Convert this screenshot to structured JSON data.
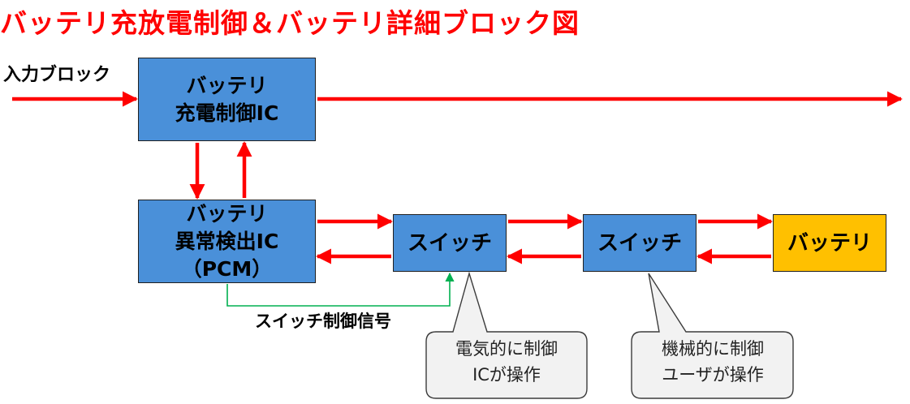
{
  "title": "バッテリ充放電制御＆バッテリ詳細ブロック図",
  "input_label": "入力ブロック",
  "signal_label": "スイッチ制御信号",
  "blocks": {
    "charge_ic": {
      "line1": "バッテリ",
      "line2": "充電制御IC"
    },
    "pcm": {
      "line1": "バッテリ",
      "line2": "異常検出IC",
      "line3": "（PCM）"
    },
    "switch1": "スイッチ",
    "switch2": "スイッチ",
    "battery": "バッテリ"
  },
  "callouts": {
    "electric": {
      "line1": "電気的に制御",
      "line2": "ICが操作"
    },
    "mechanical": {
      "line1": "機械的に制御",
      "line2": "ユーザが操作"
    }
  },
  "colors": {
    "title": "#ff0000",
    "arrow": "#ff0000",
    "block_blue": "#4a90d9",
    "block_battery": "#ffc000",
    "signal_line": "#00b050",
    "callout_fill": "#f2f2f2"
  }
}
